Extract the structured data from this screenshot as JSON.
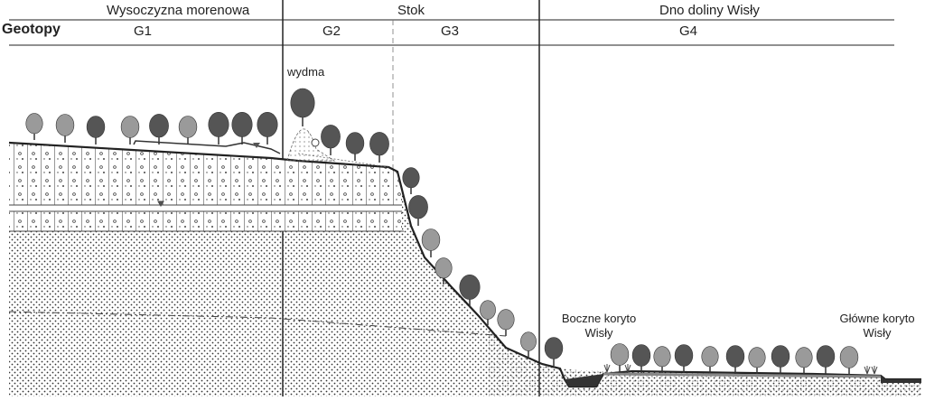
{
  "header": {
    "row_label": "Geotopy",
    "zones": [
      {
        "name": "Wysoczyzna morenowa"
      },
      {
        "name": "Stok"
      },
      {
        "name": "Dno doliny Wisły"
      }
    ],
    "geotopes": [
      "G1",
      "G2",
      "G3",
      "G4"
    ]
  },
  "annotations": {
    "dune": "wydma",
    "side_channel_line1": "Boczne koryto",
    "side_channel_line2": "Wisły",
    "main_channel_line1": "Główne koryto",
    "main_channel_line2": "Wisły"
  },
  "colors": {
    "line": "#222222",
    "tree_dark": "#555555",
    "tree_light": "#9a9a9a",
    "water": "#333333"
  },
  "icons": [
    "deciduous-tree-icon",
    "water-table-marker-icon"
  ]
}
